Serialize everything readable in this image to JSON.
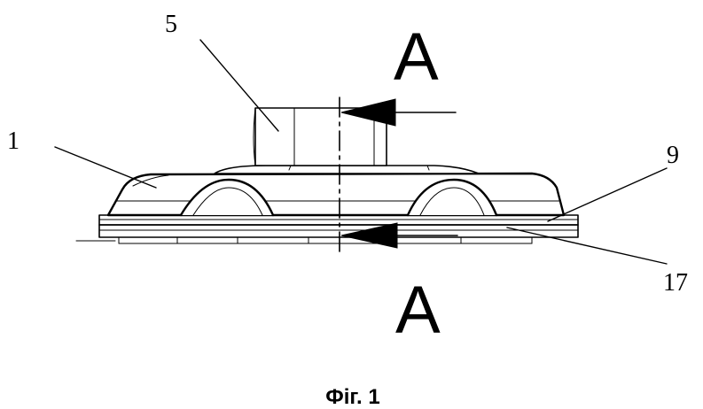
{
  "figure": {
    "caption": "Фіг. 1",
    "section_label_top": "А",
    "section_label_bottom": "А",
    "reference_numerals": {
      "part_1": "1",
      "part_5": "5",
      "part_9": "9",
      "part_17": "17"
    }
  }
}
